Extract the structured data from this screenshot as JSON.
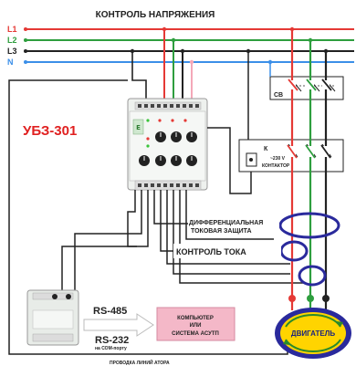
{
  "title": "КОНТРОЛЬ НАПРЯЖЕНИЯ",
  "buses": [
    {
      "label": "L1",
      "color": "#e53935"
    },
    {
      "label": "L2",
      "color": "#2e9e3e"
    },
    {
      "label": "L3",
      "color": "#222222"
    },
    {
      "label": "N",
      "color": "#3b8fe8"
    }
  ],
  "device_model": "УБЗ-301",
  "breaker_label": "СВ",
  "contactor": {
    "label": "К",
    "coil_note": "~230 V",
    "coil_note2": "КОНТАКТОР"
  },
  "differential_label_1": "ДИФФЕРЕНЦИАЛЬНАЯ",
  "differential_label_2": "ТОКОВАЯ ЗАЩИТА",
  "current_control_label": "КОНТРОЛЬ ТОКА",
  "rs485": "RS-485",
  "rs232": "RS-232",
  "com_note": "на СОМ-порту",
  "computer_line1": "КОМПЬЮТЕР",
  "computer_line2": "ИЛИ",
  "computer_line3": "СИСТЕМА АСУТП",
  "motor_label": "ДВИГАТЕЛЬ",
  "footer_text": "ПРОВОДКА ЛИНИЙ АТОРА",
  "colors": {
    "accent_red": "#e02020",
    "coil_blue": "#2a2a9c",
    "computer_pink": "#f4b8c8"
  }
}
